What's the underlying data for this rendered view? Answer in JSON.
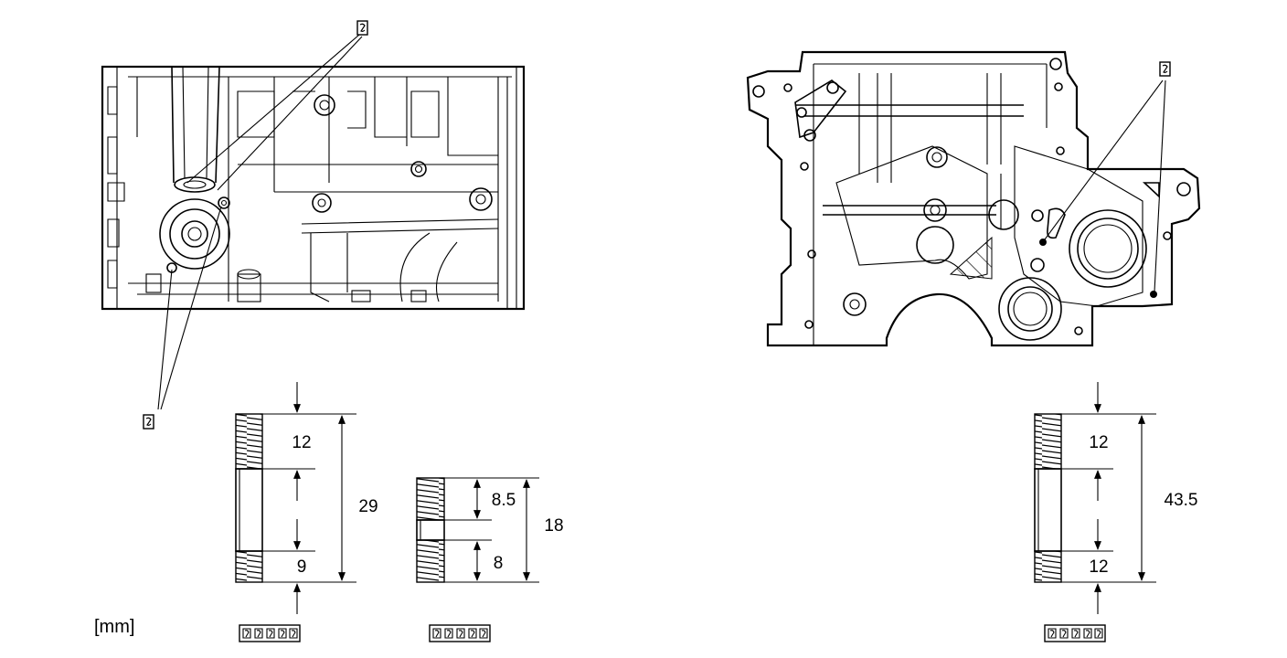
{
  "units_label": "[mm]",
  "stud_a": {
    "top_thread": "12",
    "bottom_thread": "9",
    "overall": "29"
  },
  "stud_b": {
    "top_thread": "8.5",
    "bottom_thread": "8",
    "overall": "18"
  },
  "stud_c": {
    "top_thread": "12",
    "bottom_thread": "12",
    "overall": "43.5"
  },
  "icons": {
    "callout": "stud-callout-icon",
    "bolt_group": "stud-bolt-group-icon"
  }
}
